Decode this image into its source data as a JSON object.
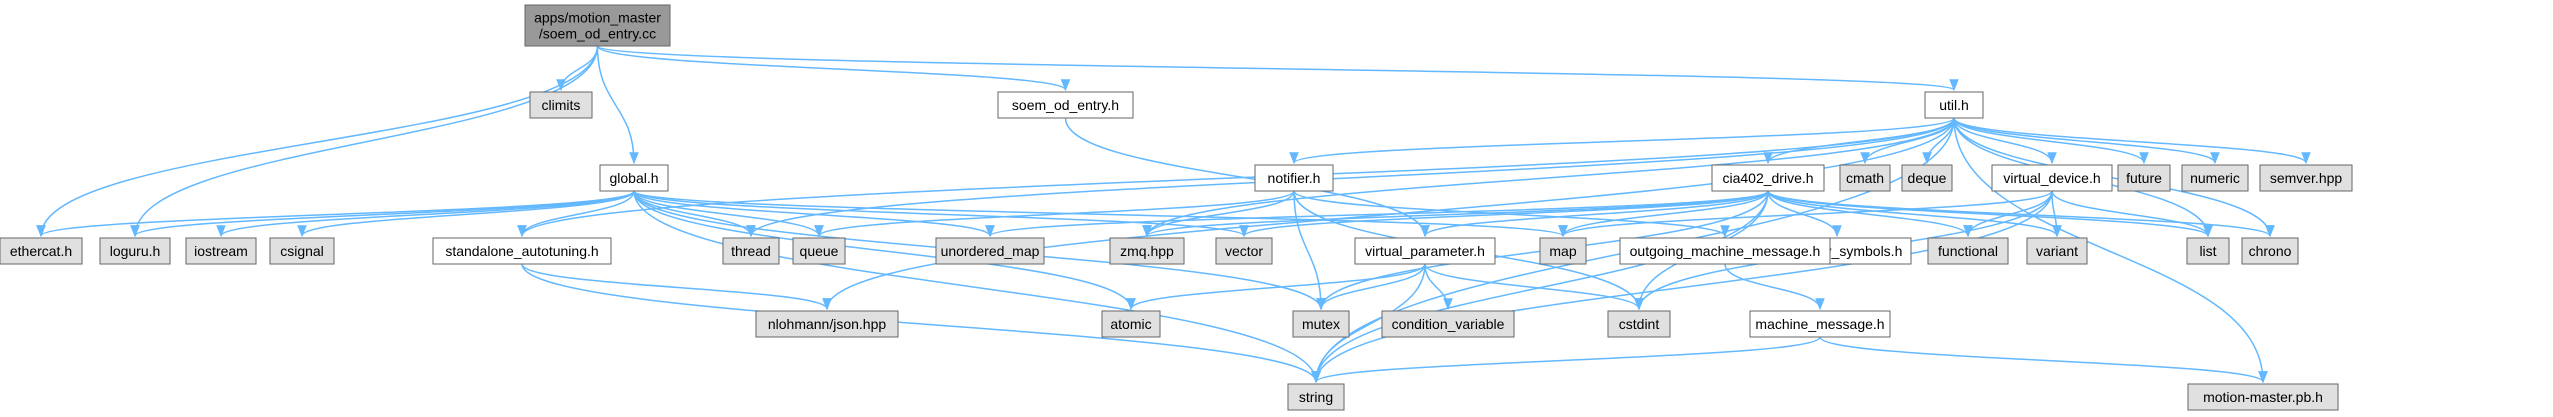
{
  "colors": {
    "root_fill": "#999999",
    "internal_fill": "#ffffff",
    "external_fill": "#e0e0e0",
    "border": "#666666",
    "edge": "#63b8ff"
  },
  "nodes": [
    {
      "id": "root",
      "lines": [
        "apps/motion_master",
        "/soem_od_entry.cc"
      ],
      "kind": "root"
    },
    {
      "id": "climits",
      "lines": [
        "climits"
      ],
      "kind": "external"
    },
    {
      "id": "global_h",
      "lines": [
        "global.h"
      ],
      "kind": "internal"
    },
    {
      "id": "soem_od_entry_h",
      "lines": [
        "soem_od_entry.h"
      ],
      "kind": "internal"
    },
    {
      "id": "util_h",
      "lines": [
        "util.h"
      ],
      "kind": "internal"
    },
    {
      "id": "notifier_h",
      "lines": [
        "notifier.h"
      ],
      "kind": "internal"
    },
    {
      "id": "cia402_drive_h",
      "lines": [
        "cia402_drive.h"
      ],
      "kind": "internal"
    },
    {
      "id": "virtual_device_h",
      "lines": [
        "virtual_device.h"
      ],
      "kind": "internal"
    },
    {
      "id": "cmath",
      "lines": [
        "cmath"
      ],
      "kind": "external"
    },
    {
      "id": "deque",
      "lines": [
        "deque"
      ],
      "kind": "external"
    },
    {
      "id": "future",
      "lines": [
        "future"
      ],
      "kind": "external"
    },
    {
      "id": "numeric",
      "lines": [
        "numeric"
      ],
      "kind": "external"
    },
    {
      "id": "semver",
      "lines": [
        "semver.hpp"
      ],
      "kind": "external"
    },
    {
      "id": "ethercat",
      "lines": [
        "ethercat.h"
      ],
      "kind": "external"
    },
    {
      "id": "loguru",
      "lines": [
        "loguru.h"
      ],
      "kind": "external"
    },
    {
      "id": "iostream",
      "lines": [
        "iostream"
      ],
      "kind": "external"
    },
    {
      "id": "csignal",
      "lines": [
        "csignal"
      ],
      "kind": "external"
    },
    {
      "id": "standalone_autotuning_h",
      "lines": [
        "standalone_autotuning.h"
      ],
      "kind": "internal"
    },
    {
      "id": "thread",
      "lines": [
        "thread"
      ],
      "kind": "external"
    },
    {
      "id": "queue",
      "lines": [
        "queue"
      ],
      "kind": "external"
    },
    {
      "id": "unordered_map",
      "lines": [
        "unordered_map"
      ],
      "kind": "external"
    },
    {
      "id": "zmq",
      "lines": [
        "zmq.hpp"
      ],
      "kind": "external"
    },
    {
      "id": "vector",
      "lines": [
        "vector"
      ],
      "kind": "external"
    },
    {
      "id": "map",
      "lines": [
        "map"
      ],
      "kind": "external"
    },
    {
      "id": "dictionary_symbols_h",
      "lines": [
        "dictionary_symbols.h"
      ],
      "kind": "internal"
    },
    {
      "id": "functional",
      "lines": [
        "functional"
      ],
      "kind": "external"
    },
    {
      "id": "variant",
      "lines": [
        "variant"
      ],
      "kind": "external"
    },
    {
      "id": "list",
      "lines": [
        "list"
      ],
      "kind": "external"
    },
    {
      "id": "chrono",
      "lines": [
        "chrono"
      ],
      "kind": "external"
    },
    {
      "id": "virtual_parameter_h",
      "lines": [
        "virtual_parameter.h"
      ],
      "kind": "internal"
    },
    {
      "id": "outgoing_machine_message_h",
      "lines": [
        "outgoing_machine_message.h"
      ],
      "kind": "internal"
    },
    {
      "id": "nlohmann_json",
      "lines": [
        "nlohmann/json.hpp"
      ],
      "kind": "external"
    },
    {
      "id": "atomic",
      "lines": [
        "atomic"
      ],
      "kind": "external"
    },
    {
      "id": "mutex",
      "lines": [
        "mutex"
      ],
      "kind": "external"
    },
    {
      "id": "condition_variable",
      "lines": [
        "condition_variable"
      ],
      "kind": "external"
    },
    {
      "id": "cstdint",
      "lines": [
        "cstdint"
      ],
      "kind": "external"
    },
    {
      "id": "machine_message_h",
      "lines": [
        "machine_message.h"
      ],
      "kind": "internal"
    },
    {
      "id": "string",
      "lines": [
        "string"
      ],
      "kind": "external"
    },
    {
      "id": "motion_master_pb",
      "lines": [
        "motion-master.pb.h"
      ],
      "kind": "external"
    }
  ],
  "edges": [
    [
      "root",
      "climits"
    ],
    [
      "root",
      "global_h"
    ],
    [
      "root",
      "soem_od_entry_h"
    ],
    [
      "root",
      "util_h"
    ],
    [
      "root",
      "ethercat"
    ],
    [
      "root",
      "loguru"
    ],
    [
      "soem_od_entry_h",
      "virtual_parameter_h"
    ],
    [
      "util_h",
      "notifier_h"
    ],
    [
      "util_h",
      "cia402_drive_h"
    ],
    [
      "util_h",
      "virtual_device_h"
    ],
    [
      "util_h",
      "cmath"
    ],
    [
      "util_h",
      "deque"
    ],
    [
      "util_h",
      "future"
    ],
    [
      "util_h",
      "numeric"
    ],
    [
      "util_h",
      "semver"
    ],
    [
      "util_h",
      "chrono"
    ],
    [
      "util_h",
      "list"
    ],
    [
      "util_h",
      "string"
    ],
    [
      "util_h",
      "motion_master_pb"
    ],
    [
      "util_h",
      "thread"
    ],
    [
      "util_h",
      "zmq"
    ],
    [
      "util_h",
      "nlohmann_json"
    ],
    [
      "util_h",
      "standalone_autotuning_h"
    ],
    [
      "global_h",
      "ethercat"
    ],
    [
      "global_h",
      "loguru"
    ],
    [
      "global_h",
      "iostream"
    ],
    [
      "global_h",
      "csignal"
    ],
    [
      "global_h",
      "standalone_autotuning_h"
    ],
    [
      "global_h",
      "thread"
    ],
    [
      "global_h",
      "queue"
    ],
    [
      "global_h",
      "unordered_map"
    ],
    [
      "global_h",
      "vector"
    ],
    [
      "global_h",
      "map"
    ],
    [
      "global_h",
      "atomic"
    ],
    [
      "global_h",
      "mutex"
    ],
    [
      "global_h",
      "string"
    ],
    [
      "standalone_autotuning_h",
      "nlohmann_json"
    ],
    [
      "standalone_autotuning_h",
      "string"
    ],
    [
      "notifier_h",
      "queue"
    ],
    [
      "notifier_h",
      "zmq"
    ],
    [
      "notifier_h",
      "mutex"
    ],
    [
      "notifier_h",
      "cstdint"
    ],
    [
      "notifier_h",
      "outgoing_machine_message_h"
    ],
    [
      "cia402_drive_h",
      "unordered_map"
    ],
    [
      "cia402_drive_h",
      "zmq"
    ],
    [
      "cia402_drive_h",
      "vector"
    ],
    [
      "cia402_drive_h",
      "map"
    ],
    [
      "cia402_drive_h",
      "dictionary_symbols_h"
    ],
    [
      "cia402_drive_h",
      "functional"
    ],
    [
      "cia402_drive_h",
      "variant"
    ],
    [
      "cia402_drive_h",
      "list"
    ],
    [
      "cia402_drive_h",
      "chrono"
    ],
    [
      "cia402_drive_h",
      "virtual_parameter_h"
    ],
    [
      "cia402_drive_h",
      "mutex"
    ],
    [
      "cia402_drive_h",
      "cstdint"
    ],
    [
      "cia402_drive_h",
      "string"
    ],
    [
      "virtual_device_h",
      "map"
    ],
    [
      "virtual_device_h",
      "functional"
    ],
    [
      "virtual_device_h",
      "variant"
    ],
    [
      "virtual_device_h",
      "list"
    ],
    [
      "virtual_device_h",
      "cstdint"
    ],
    [
      "virtual_device_h",
      "string"
    ],
    [
      "virtual_parameter_h",
      "atomic"
    ],
    [
      "virtual_parameter_h",
      "mutex"
    ],
    [
      "virtual_parameter_h",
      "condition_variable"
    ],
    [
      "virtual_parameter_h",
      "cstdint"
    ],
    [
      "virtual_parameter_h",
      "string"
    ],
    [
      "outgoing_machine_message_h",
      "machine_message_h"
    ],
    [
      "machine_message_h",
      "string"
    ],
    [
      "machine_message_h",
      "motion_master_pb"
    ]
  ]
}
